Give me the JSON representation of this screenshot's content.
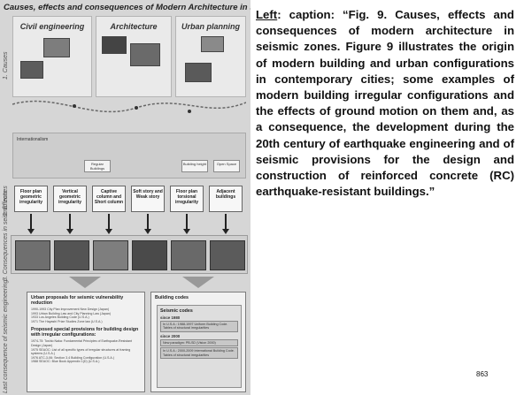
{
  "figure": {
    "title": "Causes, effects and consequences of Modern Architecture in seismic zones",
    "sidebar_labels": [
      "1. Causes",
      "2. Effects",
      "3. Consequences in seismic zones",
      "Last consequence of seismic engineering"
    ],
    "disciplines": [
      "Civil engineering",
      "Architecture",
      "Urban planning"
    ],
    "band_label": "Internationalism",
    "band_boxes": [
      "Regular Buildings",
      "Building height",
      "Open Space"
    ],
    "causes": [
      "Floor plan geometric irregularity",
      "Vertical geometric irregularity",
      "Captive column and Short column",
      "Soft story and Weak story",
      "Floor plan torsional irregularity",
      "Adjacent buildings"
    ],
    "urban_box": {
      "title1": "Urban proposals for seismic vulnerability reduction",
      "lines1": [
        "1990-1993 City Plan Improvement New Design (Japan)",
        "1993 Urban Building Law and City Planning Law (Japan)",
        "1933 Los Angeles Building Code (U.S.A.)",
        "1971 The Hayashi Prize Studies Zone law (U.S.A.)"
      ],
      "title2": "Proposed special provisions for building design with irregular configurations:",
      "lines2": [
        "1974-75: Toshio Naka: Fundamental Principles of Earthquake-Resistant Design (Japan)",
        "1975 SEAOC: List of all specific types of irregular structures at framing systems (U.S.A.)",
        "1976 ATC-3-06: Section 3.4 Building Configuration (U.S.A.)",
        "1988 SEAOC: Blue Book Appendix 1(D) (U.S.A.)"
      ]
    },
    "codes_box": {
      "title": "Building codes",
      "inner_title": "Seismic codes",
      "entries": [
        {
          "since": "since 1980",
          "text": "In U.S.A.: 1988-1997 Uniform Building Code. Tables of structural irregularities"
        },
        {
          "since": "since 2000",
          "text": "New paradigm: PB-SD (Vision 2000)"
        },
        {
          "since": "",
          "text": "In U.S.A.: 2000-2009 International Building Code. Tables of structural irregularities"
        }
      ]
    }
  },
  "caption": {
    "lead": "Left",
    "body": ": caption: “Fig. 9. Causes, effects and consequences of modern architecture in seismic zones. Figure 9 illustrates the origin of modern building and urban configurations in contemporary cities; some examples of modern building irregular configurations and the effects of ground motion on them and, as a consequence, the development during the 20th century of earthquake engineering and of seismic provisions for the design and construction of reinforced concrete (RC) earthquake-resistant buildings.”"
  },
  "page_number": "863"
}
